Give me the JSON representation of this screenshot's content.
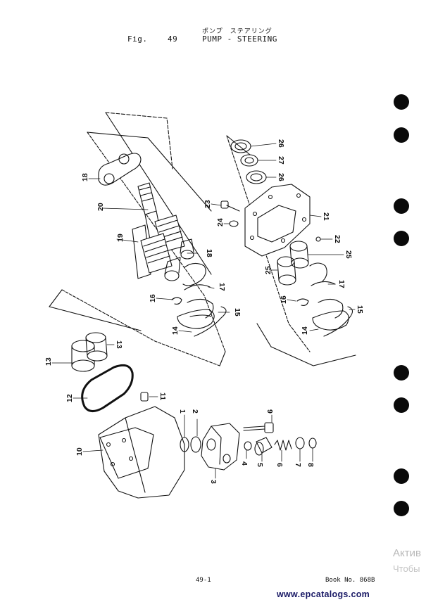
{
  "header": {
    "fig_label": "Fig.",
    "fig_number": "49",
    "title_ja": "ポンプ　ステアリング",
    "title_en": "PUMP - STEERING"
  },
  "footer": {
    "page_number": "49-1",
    "book_number": "Book No. 868B",
    "website": "www.epcatalogs.com"
  },
  "overlay": {
    "activate_line1": "Актив",
    "activate_line2": "Чтобы"
  },
  "callouts": {
    "c1": "1",
    "c2": "2",
    "c3": "3",
    "c4": "4",
    "c5": "5",
    "c6": "6",
    "c7": "7",
    "c8": "8",
    "c9": "9",
    "c10": "10",
    "c11": "11",
    "c12": "12",
    "c13a": "13",
    "c13b": "13",
    "c14a": "14",
    "c14b": "14",
    "c15a": "15",
    "c15b": "15",
    "c16a": "16",
    "c16b": "16",
    "c17a": "17",
    "c17b": "17",
    "c18a": "18",
    "c18b": "18",
    "c19": "19",
    "c20": "20",
    "c21": "21",
    "c22": "22",
    "c23": "23",
    "c24": "24",
    "c25a": "25",
    "c25b": "25",
    "c26a": "26",
    "c26b": "26",
    "c27": "27"
  }
}
